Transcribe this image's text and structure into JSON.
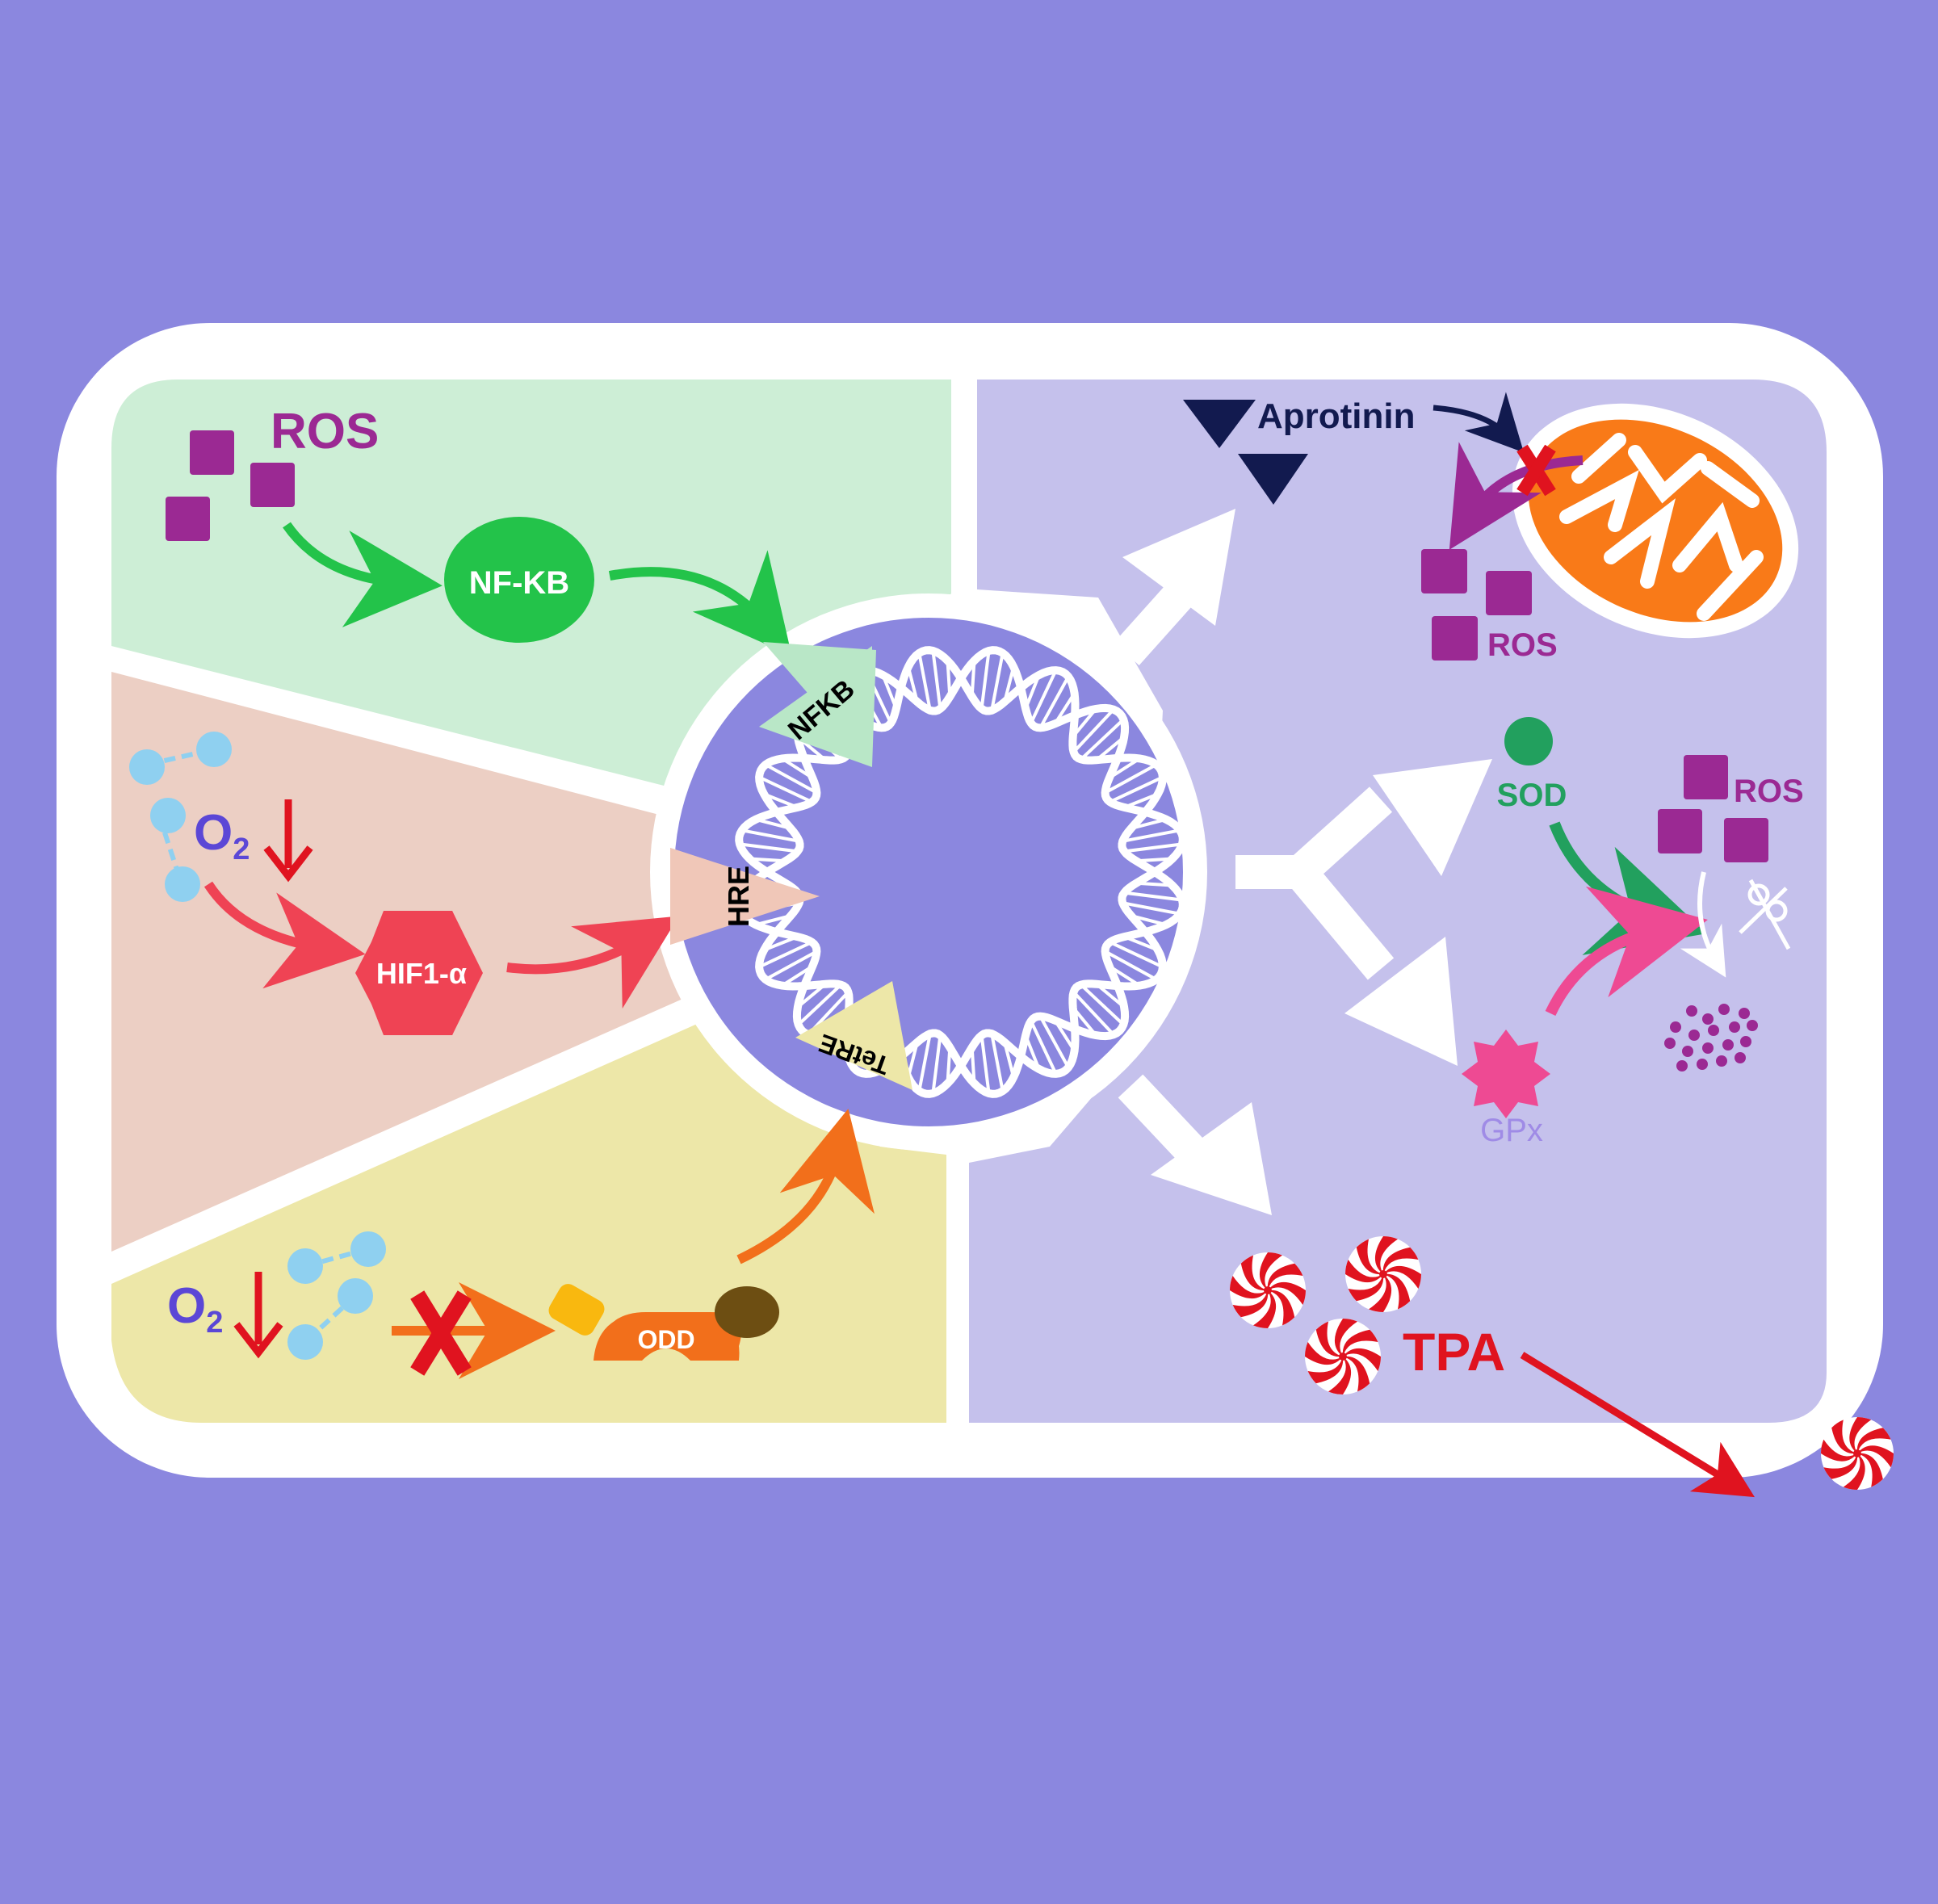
{
  "colors": {
    "background": "#8b87df",
    "cell_border": "#ffffff",
    "nf_panel": "#cdeed6",
    "hif_panel": "#eccfc4",
    "tet_panel": "#ede7a8",
    "output_panel": "#c5c1ec",
    "nucleus": "#8b87df",
    "ros": "#9b2993",
    "nfkb": "#23c34a",
    "hif": "#ef4354",
    "oxygen": "#8fd0f0",
    "odd": "#f26f1b",
    "aprotinin": "#121a4f",
    "mitochondria": "#f97a18",
    "sod": "#22a05e",
    "gpx": "#ee4a93",
    "tpa": "#e0131f",
    "o2_text": "#5b47d6"
  },
  "labels": {
    "ros_top": "ROS",
    "nf_kb": "NF-KB",
    "o2_mid_letter": "O",
    "o2_mid_sub": "2",
    "hif1a": "HIF1-α",
    "o2_low_letter": "O",
    "o2_low_sub": "2",
    "odd": "ODD",
    "nfkb_element": "NFKB",
    "hre_element": "HRE",
    "tetre_element": "TetRE",
    "aprotinin": "Aprotinin",
    "ros_mito": "ROS",
    "sod": "SOD",
    "ros_right": "ROS",
    "gpx": "GPx",
    "tpa": "TPA"
  },
  "icons": [
    "ros-square-icon",
    "oxygen-molecule-icon",
    "down-arrow-icon",
    "blocked-x-icon",
    "dna-ring-icon",
    "mitochondrion-icon",
    "scissors-icon",
    "aprotinin-triangle-icon",
    "tpa-swirl-icon",
    "gpx-star-icon"
  ]
}
